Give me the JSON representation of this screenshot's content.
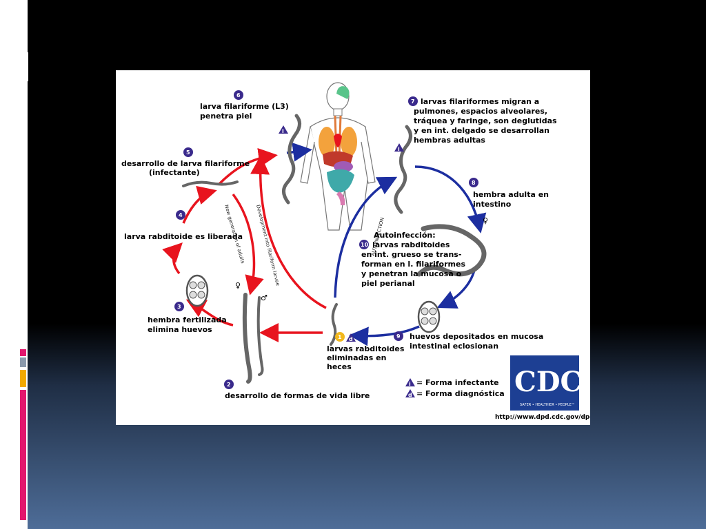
{
  "colors": {
    "slide_top": "#000000",
    "slide_bottom": "#4e6d98",
    "accent_pink": "#e2166d",
    "accent_gold": "#f2a900",
    "accent_gray": "#8a99ac",
    "arrow_red": "#e8141e",
    "arrow_blue": "#1c2ea0",
    "number_badge": "#3a2a8c",
    "cdc_blue": "#1d3f93"
  },
  "icons": {
    "slide_deco": "document-stack-icon",
    "infective_marker": "triangle-i-icon",
    "diagnostic_marker": "triangle-d-icon"
  },
  "diagram": {
    "steps": {
      "s1": {
        "num": "1",
        "line1": "larvas rabditoides",
        "line2": "eliminadas en",
        "line3": "heces"
      },
      "s2": {
        "num": "2",
        "line1": "desarrollo de formas de vida libre"
      },
      "s3": {
        "num": "3",
        "line1": "hembra fertilizada",
        "line2": "elimina huevos"
      },
      "s4": {
        "num": "4",
        "line1": "larva rabditoide es liberada"
      },
      "s5": {
        "num": "5",
        "line1": "desarrollo de larva filariforme",
        "line2": "(infectante)"
      },
      "s6": {
        "num": "6",
        "line1": "larva filariforme (L3)",
        "line2": "penetra piel"
      },
      "s7": {
        "num": "7",
        "line1": "larvas filariformes migran a",
        "line2": "pulmones, espacios alveolares,",
        "line3": "tráquea y faringe, son deglutidas",
        "line4": "y en int. delgado se desarrollan",
        "line5": "hembras adultas"
      },
      "s8": {
        "num": "8",
        "line1": "hembra adulta en",
        "line2": "intestino"
      },
      "s9": {
        "num": "9",
        "line1": "huevos depositados en mucosa",
        "line2": "intestinal eclosionan"
      },
      "s10": {
        "num": "10",
        "title": "Autoinfección:",
        "line1": "larvas rabditoides",
        "line2": "en int. grueso se trans-",
        "line3": "forman en l. filariformes",
        "line4": "y penetran la mucosa o",
        "line5": "piel perianal"
      }
    },
    "arrow_labels": {
      "new_generation": "New generation of adults",
      "development": "Development into filariform larvae",
      "autoinfection": "AUTOINFECTION"
    },
    "legend": {
      "infective_mark": "i",
      "infective": "= Forma infectante",
      "diagnostic_mark": "d",
      "diagnostic": "= Forma diagnóstica"
    },
    "logo": {
      "text": "CDC",
      "tagline": "SAFER • HEALTHIER • PEOPLE™"
    },
    "url": "http://www.dpd.cdc.gov/dpdx"
  }
}
